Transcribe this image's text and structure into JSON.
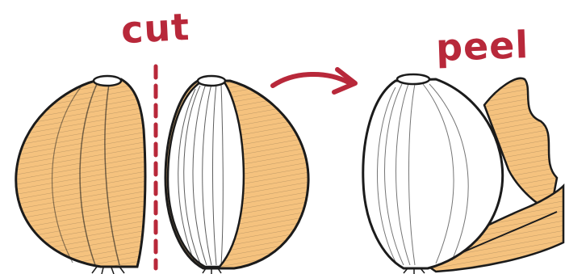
{
  "labels": {
    "cut": "cut",
    "peel": "peel"
  },
  "colors": {
    "accent": "#b8283a",
    "skin": "#f5c27e",
    "ink": "#1b1b1b",
    "flesh": "#ffffff"
  },
  "icons": {
    "arrow": "curved-arrow-right"
  }
}
